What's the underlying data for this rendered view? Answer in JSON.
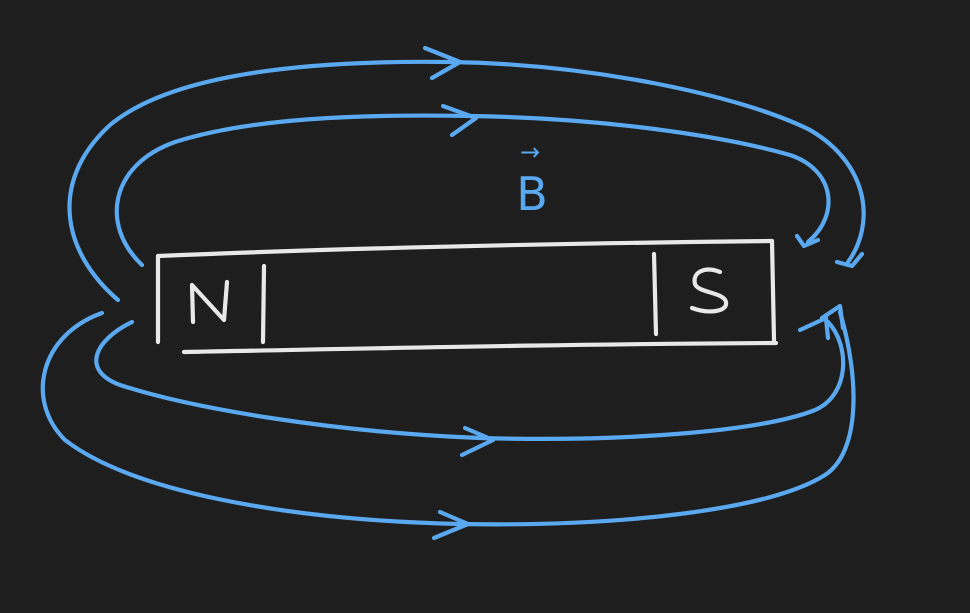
{
  "diagram": {
    "north_pole_label": "N",
    "south_pole_label": "S",
    "field_symbol": "B",
    "field_vector_arrow": "→"
  },
  "colors": {
    "background": "#1e1e1e",
    "field_lines": "#5aa9f0",
    "magnet": "#e8e8e8"
  }
}
